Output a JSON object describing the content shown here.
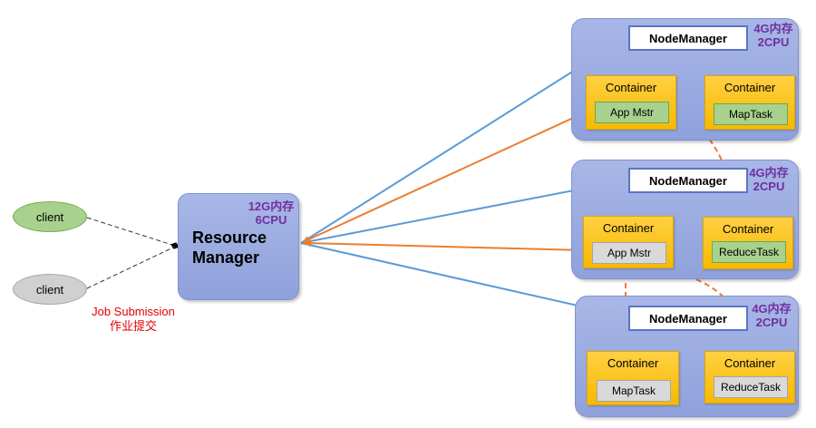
{
  "clients": [
    {
      "label": "client"
    },
    {
      "label": "client"
    }
  ],
  "job_submission": {
    "line1": "Job Submission",
    "line2": "作业提交"
  },
  "resource_manager": {
    "title_line1": "Resource",
    "title_line2": "Manager",
    "spec_line1": "12G内存",
    "spec_line2": "6CPU"
  },
  "nodes": [
    {
      "manager_label": "NodeManager",
      "spec_line1": "4G内存",
      "spec_line2": "2CPU",
      "containers": [
        {
          "label": "Container",
          "task": "App Mstr"
        },
        {
          "label": "Container",
          "task": "MapTask"
        }
      ]
    },
    {
      "manager_label": "NodeManager",
      "spec_line1": "4G内存",
      "spec_line2": "2CPU",
      "containers": [
        {
          "label": "Container",
          "task": "App Mstr"
        },
        {
          "label": "Container",
          "task": "ReduceTask"
        }
      ]
    },
    {
      "manager_label": "NodeManager",
      "spec_line1": "4G内存",
      "spec_line2": "2CPU",
      "containers": [
        {
          "label": "Container",
          "task": "MapTask"
        },
        {
          "label": "Container",
          "task": "ReduceTask"
        }
      ]
    }
  ],
  "colors": {
    "blue_link": "#5b9bd5",
    "orange_link": "#ed7d31",
    "spec_text": "#7030a0",
    "job_text": "#e00000"
  }
}
